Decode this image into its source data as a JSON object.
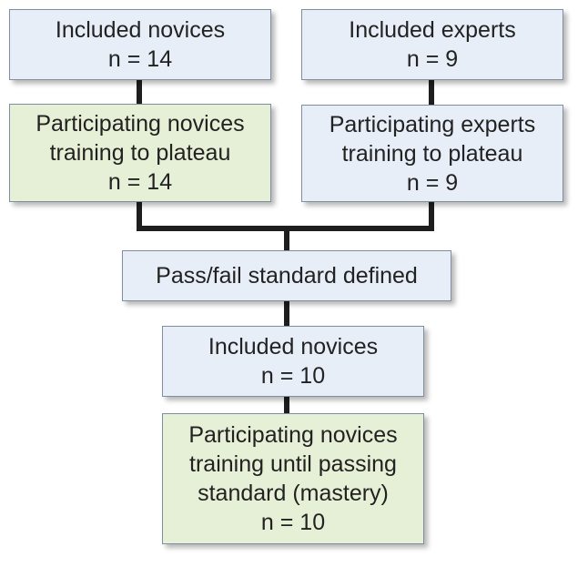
{
  "colors": {
    "blue_fill": "#e7eef8",
    "green_fill": "#e6f0d6",
    "connector": "#1e1e1e",
    "text": "#222222"
  },
  "nodes": {
    "included_novices_1": {
      "title": "Included novices",
      "count": "n = 14"
    },
    "included_experts": {
      "title": "Included experts",
      "count": "n = 9"
    },
    "participating_novices_plateau": {
      "line1": "Participating novices",
      "line2": "training to plateau",
      "count": "n = 14"
    },
    "participating_experts_plateau": {
      "line1": "Participating experts",
      "line2": "training to plateau",
      "count": "n = 9"
    },
    "pass_fail": {
      "title": "Pass/fail standard defined"
    },
    "included_novices_2": {
      "title": "Included novices",
      "count": "n = 10"
    },
    "participating_novices_mastery": {
      "line1": "Participating novices",
      "line2": "training until passing",
      "line3": "standard (mastery)",
      "count": "n = 10"
    }
  }
}
